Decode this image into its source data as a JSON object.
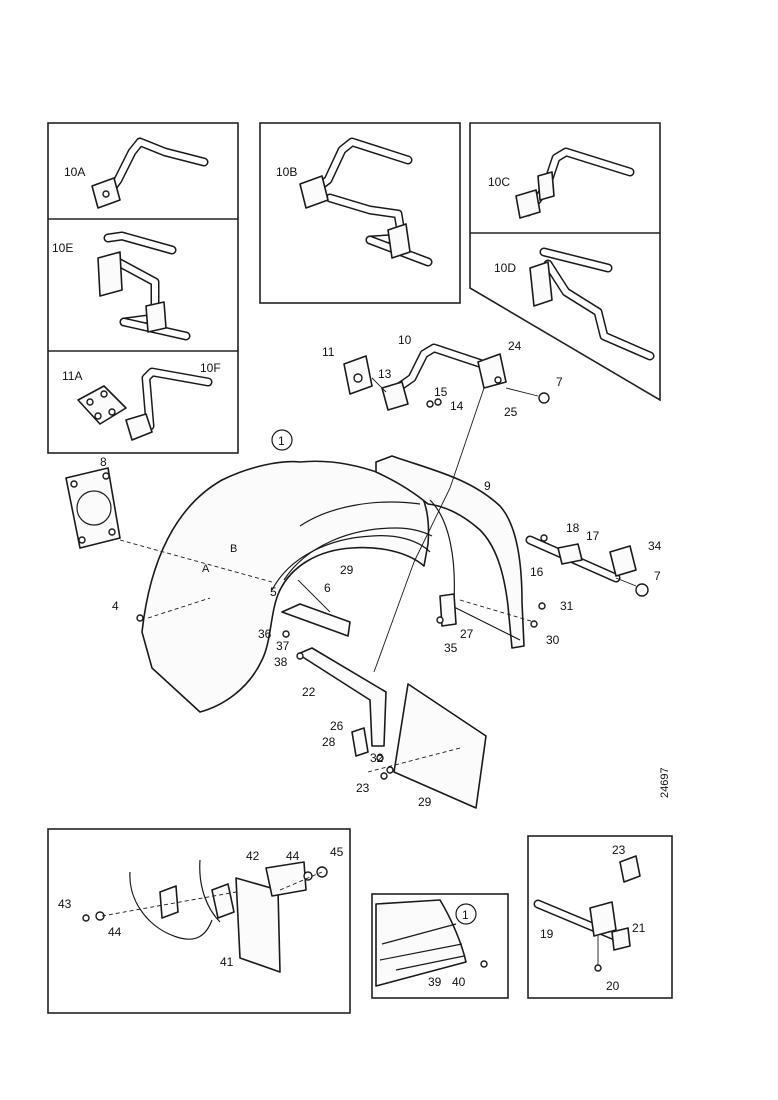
{
  "drawing_code": "24697",
  "labels": {
    "p10A": "10A",
    "p10B": "10B",
    "p10C": "10C",
    "p10D": "10D",
    "p10E": "10E",
    "p10F": "10F",
    "p11A": "11A",
    "p1": "1",
    "p4": "4",
    "p5": "5",
    "p6": "6",
    "p7a": "7",
    "p7b": "7",
    "p8": "8",
    "p9": "9",
    "p10": "10",
    "p11": "11",
    "p13": "13",
    "p14": "14",
    "p15": "15",
    "p16": "16",
    "p17": "17",
    "p18": "18",
    "p22": "22",
    "p23": "23",
    "p24": "24",
    "p25": "25",
    "p26": "26",
    "p27": "27",
    "p28": "28",
    "p29a": "29",
    "p29b": "29",
    "p30": "30",
    "p31": "31",
    "p32": "32",
    "p34": "34",
    "p35": "35",
    "p36": "36",
    "p37": "37",
    "p38": "38",
    "d41": "41",
    "d42": "42",
    "d43": "43",
    "d44a": "44",
    "d44b": "44",
    "d45": "45",
    "d1": "1",
    "d39": "39",
    "d40": "40",
    "d19": "19",
    "d20": "20",
    "d21": "21",
    "d23": "23"
  }
}
